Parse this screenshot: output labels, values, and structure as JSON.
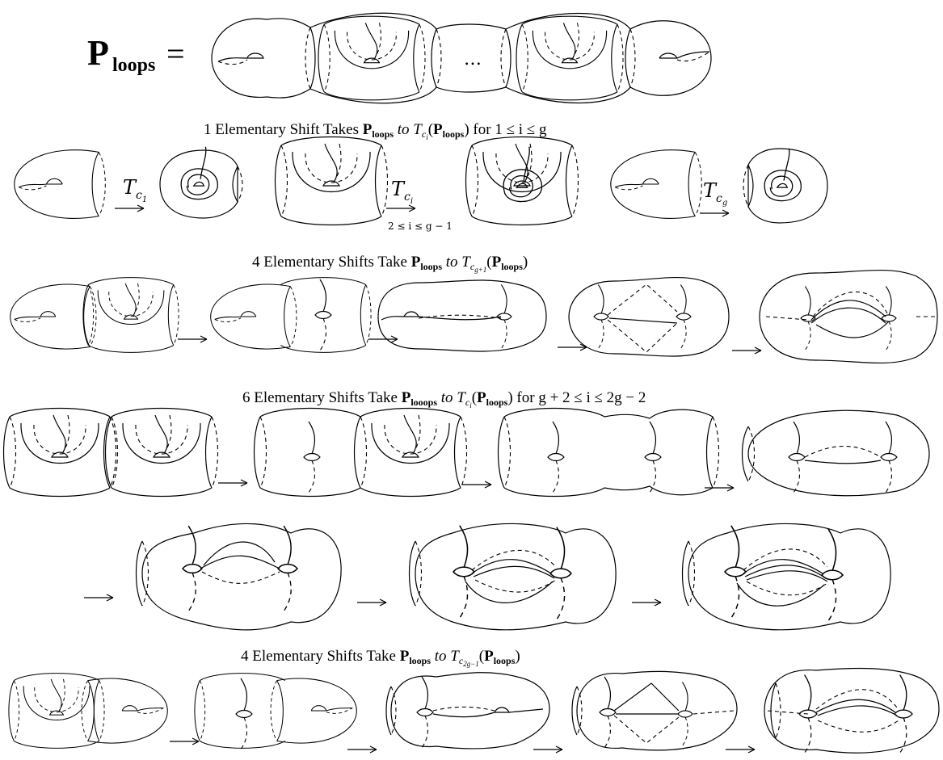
{
  "header": {
    "lhs_main": "P",
    "lhs_sub": "loops",
    "equals": "=",
    "ellipsis": "…"
  },
  "sections": [
    {
      "pre": "1 Elementary Shift Takes ",
      "bold_main": "P",
      "bold_sub": "loops",
      "mid": " to T",
      "t_sub": "c",
      "t_subsub": "i",
      "paren": "(",
      "bold2_main": "P",
      "bold2_sub": "loops",
      "post": ") for 1 ≤ i ≤ g"
    },
    {
      "pre": "4 Elementary Shifts Take ",
      "bold_main": "P",
      "bold_sub": "loops",
      "mid": " to T",
      "t_sub": "c",
      "t_subsub": "g+1",
      "paren": "(",
      "bold2_main": "P",
      "bold2_sub": "loops",
      "post": ")"
    },
    {
      "pre": "6 Elementary Shifts Take ",
      "bold_main": "P",
      "bold_sub": "looops",
      "mid": " to T",
      "t_sub": "c",
      "t_subsub": "i",
      "paren": "(",
      "bold2_main": "P",
      "bold2_sub": "loops",
      "post": ") for g + 2 ≤ i ≤ 2g − 2"
    },
    {
      "pre": "4 Elementary Shifts Take ",
      "bold_main": "P",
      "bold_sub": "loops",
      "mid": " to T",
      "t_sub": "c",
      "t_subsub": "2g−1",
      "paren": "(",
      "bold2_main": "P",
      "bold2_sub": "loops",
      "post": ")"
    }
  ],
  "twist_labels": [
    {
      "main": "T",
      "sub": "c",
      "subsub": "1",
      "range": ""
    },
    {
      "main": "T",
      "sub": "c",
      "subsub": "i",
      "range": "2 ≤ i ≤ g − 1"
    },
    {
      "main": "T",
      "sub": "c",
      "subsub": "g",
      "range": ""
    }
  ]
}
